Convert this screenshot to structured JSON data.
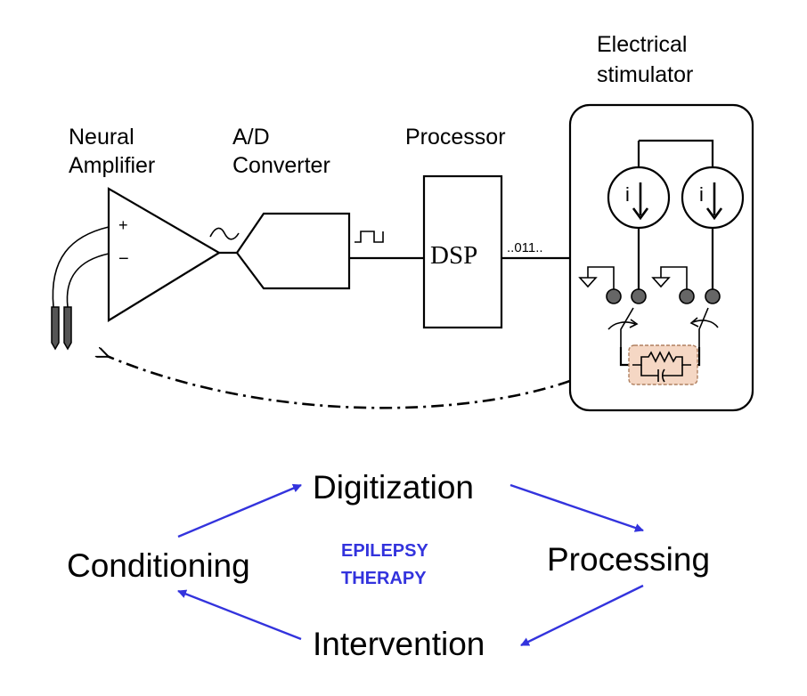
{
  "labels": {
    "amplifier_line1": "Neural",
    "amplifier_line2": "Amplifier",
    "adc_line1": "A/D",
    "adc_line2": "Converter",
    "processor": "Processor",
    "dsp": "DSP",
    "bits": "..011..",
    "stimulator_line1": "Electrical",
    "stimulator_line2": "stimulator",
    "plus": "+",
    "minus": "−",
    "current_source": "i"
  },
  "cycle": {
    "top": "Digitization",
    "right": "Processing",
    "bottom": "Intervention",
    "left": "Conditioning",
    "center_line1": "EPILEPSY",
    "center_line2": "THERAPY"
  },
  "colors": {
    "arrow": "#3333dd",
    "center_text": "#3333dd",
    "load_fill": "#f5d7c4",
    "load_stroke": "#b08060",
    "contact_fill": "#666666"
  }
}
